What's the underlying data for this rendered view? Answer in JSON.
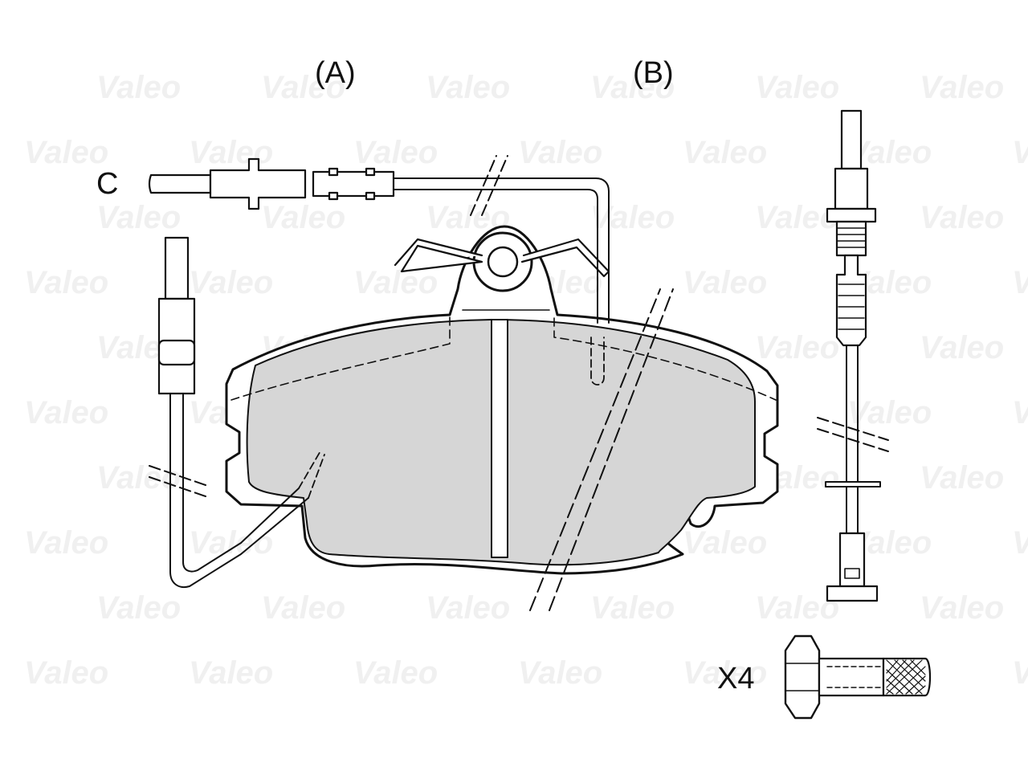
{
  "watermark": {
    "text": "Valeo",
    "color": "#eeeeee"
  },
  "labels": {
    "a": "(A)",
    "b": "(B)",
    "c": "C",
    "x4": "X4"
  },
  "colors": {
    "pad_fill": "#d6d6d6",
    "outline": "#111111",
    "background": "#ffffff"
  },
  "icons": [
    "brake-pad",
    "wear-sensor-wire",
    "connector",
    "anti-rattle-spring",
    "wear-sensor-probe",
    "caliper-bolt"
  ]
}
